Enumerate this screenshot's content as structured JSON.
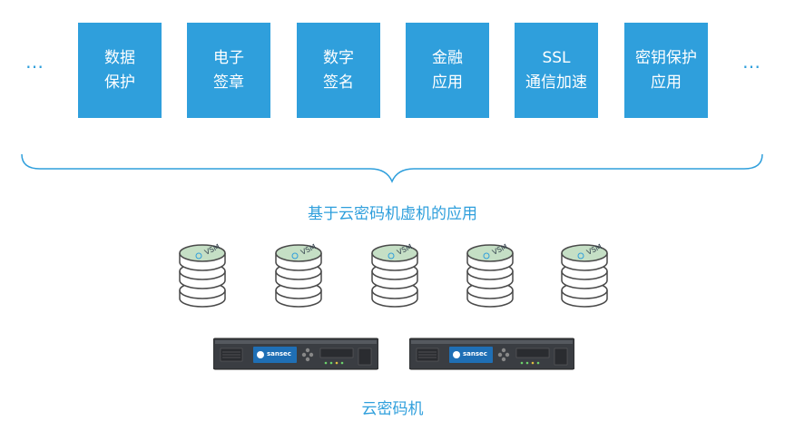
{
  "apps": [
    {
      "line1": "数据",
      "line2": "保护"
    },
    {
      "line1": "电子",
      "line2": "签章"
    },
    {
      "line1": "数字",
      "line2": "签名"
    },
    {
      "line1": "金融",
      "line2": "应用"
    },
    {
      "line1": "SSL",
      "line2": "通信加速"
    },
    {
      "line1": "密钥保护",
      "line2": "应用"
    }
  ],
  "ellipsis_left": "…",
  "ellipsis_right": "…",
  "vm_caption": "基于云密码机虚机的应用",
  "vsm_label": "VSM",
  "device_brand": "sansec",
  "hardware_caption": "云密码机",
  "colors": {
    "accent": "#2f9fdc",
    "disk_top": "#c5dfc5",
    "device_body": "#3a3d42"
  }
}
